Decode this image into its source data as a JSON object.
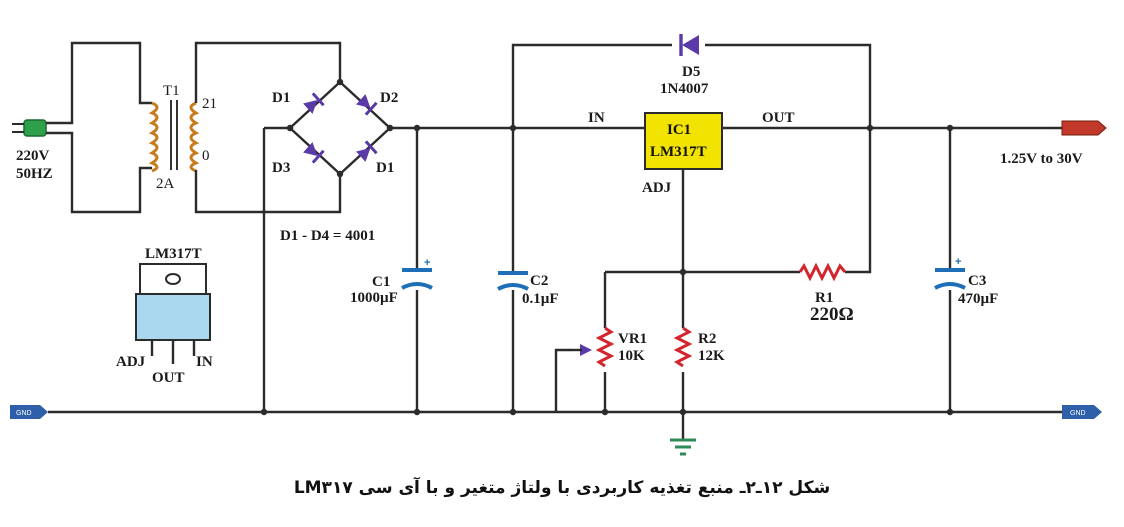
{
  "labels": {
    "t1": "T1",
    "t1_tap_top": "21",
    "t1_tap_mid": "0",
    "t1_rating": "2A",
    "mains_v": "220V",
    "mains_f": "50HZ",
    "d1a": "D1",
    "d2": "D2",
    "d3": "D3",
    "d1b": "D1",
    "diode_note": "D1 - D4 = 4001",
    "d5": "D5",
    "d5_part": "1N4007",
    "in": "IN",
    "out": "OUT",
    "ic_ref": "IC1",
    "ic_part": "LM317T",
    "adj": "ADJ",
    "out_range": "1.25V to 30V",
    "c1": "C1",
    "c1_val": "1000µF",
    "c2": "C2",
    "c2_val": "0.1µF",
    "c3": "C3",
    "c3_val": "470µF",
    "r1": "R1",
    "r1_val": "220Ω",
    "r2": "R2",
    "r2_val": "12K",
    "vr1": "VR1",
    "vr1_val": "10K",
    "pkg_title": "LM317T",
    "pkg_adj": "ADJ",
    "pkg_out": "OUT",
    "pkg_in": "IN",
    "gnd_left": "GND",
    "gnd_right": "GND"
  },
  "caption": "شکل ۱۲ـ۲ـ منبع تغذیه کاربردی با ولتاژ متغیر و با آی سی LM۳۱۷",
  "colors": {
    "wire": "#2b2b2b",
    "plug": "#2fa04a",
    "diode": "#5a3aa8",
    "ic_fill": "#f2e300",
    "gnd_tag": "#2f5fa8",
    "out_tag": "#c0392b",
    "pkg_window": "#a9d8ee",
    "coil": "#c87a1e",
    "capacitor": "#1f6fb8",
    "ground": "#2e8b57"
  }
}
